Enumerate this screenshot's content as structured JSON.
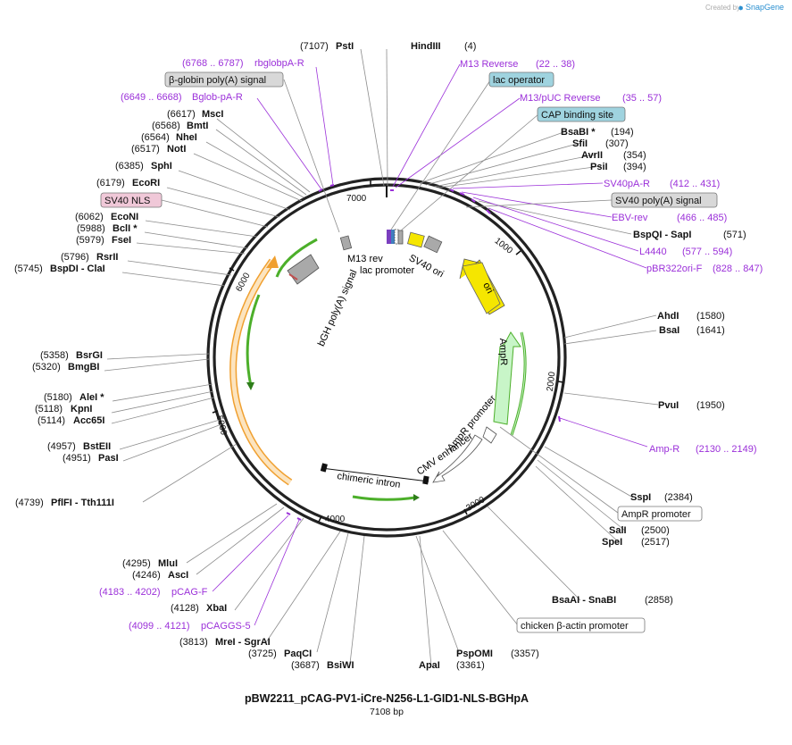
{
  "plasmid": {
    "name": "pBW2211_pCAG-PV1-iCre-N256-L1-GID1-NLS-BGHpA",
    "length_label": "7108 bp"
  },
  "brand": {
    "created_by": "Created by",
    "product": "SnapGene"
  },
  "ring_ticks": [
    "1000",
    "2000",
    "3000",
    "4000",
    "5000",
    "6000",
    "7000"
  ],
  "enzymes": [
    {
      "name": "PstI",
      "pos": "(7107)"
    },
    {
      "name": "HindIII",
      "pos": "(4)"
    },
    {
      "name": "MscI",
      "pos": "(6617)"
    },
    {
      "name": "BmtI",
      "pos": "(6568)"
    },
    {
      "name": "NheI",
      "pos": "(6564)"
    },
    {
      "name": "NotI",
      "pos": "(6517)"
    },
    {
      "name": "SphI",
      "pos": "(6385)"
    },
    {
      "name": "EcoRI",
      "pos": "(6179)"
    },
    {
      "name": "EcoNI",
      "pos": "(6062)"
    },
    {
      "name": "BclI *",
      "pos": "(5988)"
    },
    {
      "name": "FseI",
      "pos": "(5979)"
    },
    {
      "name": "RsrII",
      "pos": "(5796)"
    },
    {
      "name": "BspDI - ClaI",
      "pos": "(5745)"
    },
    {
      "name": "BsrGI",
      "pos": "(5358)"
    },
    {
      "name": "BmgBI",
      "pos": "(5320)"
    },
    {
      "name": "AleI *",
      "pos": "(5180)"
    },
    {
      "name": "KpnI",
      "pos": "(5118)"
    },
    {
      "name": "Acc65I",
      "pos": "(5114)"
    },
    {
      "name": "BstEII",
      "pos": "(4957)"
    },
    {
      "name": "PasI",
      "pos": "(4951)"
    },
    {
      "name": "PflFI - Tth111I",
      "pos": "(4739)"
    },
    {
      "name": "MluI",
      "pos": "(4295)"
    },
    {
      "name": "AscI",
      "pos": "(4246)"
    },
    {
      "name": "XbaI",
      "pos": "(4128)"
    },
    {
      "name": "MreI - SgrAI",
      "pos": "(3813)"
    },
    {
      "name": "PaqCI",
      "pos": "(3725)"
    },
    {
      "name": "BsiWI",
      "pos": "(3687)"
    },
    {
      "name": "ApaI",
      "pos": "(3361)"
    },
    {
      "name": "PspOMI",
      "pos": "(3357)"
    },
    {
      "name": "BsaAI - SnaBI",
      "pos": "(2858)"
    },
    {
      "name": "SpeI",
      "pos": "(2517)"
    },
    {
      "name": "SalI",
      "pos": "(2500)"
    },
    {
      "name": "SspI",
      "pos": "(2384)"
    },
    {
      "name": "PvuI",
      "pos": "(1950)"
    },
    {
      "name": "BsaI",
      "pos": "(1641)"
    },
    {
      "name": "AhdI",
      "pos": "(1580)"
    },
    {
      "name": "BspQI - SapI",
      "pos": "(571)"
    },
    {
      "name": "PsiI",
      "pos": "(394)"
    },
    {
      "name": "AvrII",
      "pos": "(354)"
    },
    {
      "name": "SfiI",
      "pos": "(307)"
    },
    {
      "name": "BsaBI *",
      "pos": "(194)"
    }
  ],
  "primers": [
    {
      "name": "rbglobpA-R",
      "range": "(6768 .. 6787)"
    },
    {
      "name": "Bglob-pA-R",
      "range": "(6649 .. 6668)"
    },
    {
      "name": "M13 Reverse",
      "range": "(22 .. 38)"
    },
    {
      "name": "M13/pUC Reverse",
      "range": "(35 .. 57)"
    },
    {
      "name": "SV40pA-R",
      "range": "(412 .. 431)"
    },
    {
      "name": "EBV-rev",
      "range": "(466 .. 485)"
    },
    {
      "name": "L4440",
      "range": "(577 .. 594)"
    },
    {
      "name": "pBR322ori-F",
      "range": "(828 .. 847)"
    },
    {
      "name": "Amp-R",
      "range": "(2130 .. 2149)"
    },
    {
      "name": "pCAG-F",
      "range": "(4183 .. 4202)"
    },
    {
      "name": "pCAGGS-5",
      "range": "(4099 .. 4121)"
    }
  ],
  "boxed_features": {
    "bglobin_polya": "β-globin poly(A) signal",
    "lac_operator": "lac operator",
    "cap_site": "CAP binding site",
    "sv40_polya": "SV40 poly(A) signal",
    "sv40_nls": "SV40 NLS",
    "ampr_promoter": "AmpR promoter",
    "chicken_actin": "chicken β-actin promoter"
  },
  "inner_features": {
    "m13_rev": "M13 rev",
    "lac_promoter": "lac promoter",
    "sv40_ori": "SV40 ori",
    "ori": "ori",
    "ampr": "AmpR",
    "ampr_promoter": "AmpR promoter",
    "cmv_enhancer": "CMV enhancer",
    "chimeric_intron": "chimeric intron",
    "bgh_polya": "bGH poly(A) signal"
  },
  "colors": {
    "backbone": "#222222",
    "primer": "#9b30d9",
    "ori": "#f5e600",
    "ampr": "#c8f5c8",
    "bgh": "#a9a9a9",
    "lac_operator_box": "#9fd3df",
    "sv40_nls_box": "#f0c8d8",
    "gray_box": "#d8d8d8",
    "orf_outline_green": "#4caf2a",
    "orf_outline_orange": "#f0a030"
  }
}
